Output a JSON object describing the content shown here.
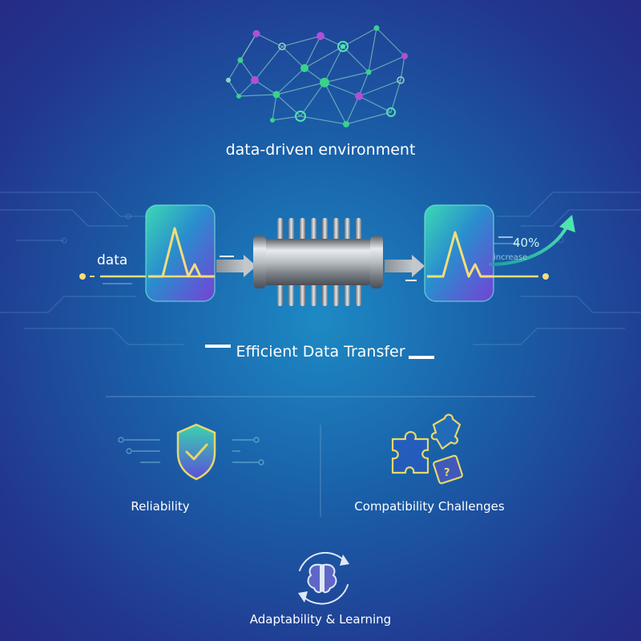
{
  "top": {
    "caption": "data-driven environment"
  },
  "pipeline": {
    "input_label": "data",
    "metric_value": "40%",
    "metric_caption": "increase",
    "title": "Efficient Data Transfer"
  },
  "features": [
    {
      "label": "Reliability",
      "icon": "shield-check-icon"
    },
    {
      "label": "Compatibility Challenges",
      "icon": "puzzle-icon"
    }
  ],
  "bottom": {
    "label": "Adaptability & Learning",
    "icon": "brain-cycle-icon"
  },
  "colors": {
    "signal": "#f4dd7a",
    "accent_green": "#3fd3a7",
    "node_purple": "#b14fd6",
    "node_green": "#37d38c",
    "icon_outline": "#e6d86a"
  }
}
